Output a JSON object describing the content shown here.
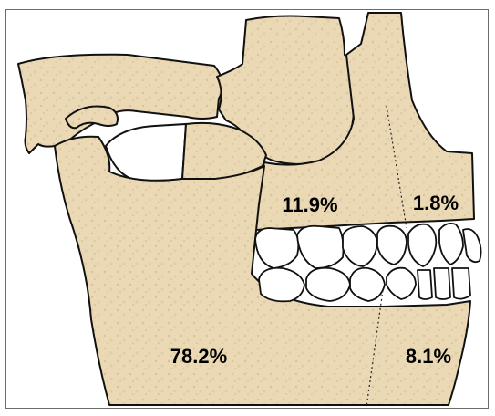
{
  "colors": {
    "bone_fill": "#ead9b4",
    "bone_speckle": "#d9c49a",
    "outline": "#111111",
    "teeth": "#ffffff",
    "frame_border": "#6b6b6b"
  },
  "regions": {
    "maxilla_posterior": {
      "label": "11.9%"
    },
    "maxilla_anterior": {
      "label": "1.8%"
    },
    "mandible_posterior": {
      "label": "78.2%"
    },
    "mandible_anterior": {
      "label": "8.1%"
    }
  }
}
